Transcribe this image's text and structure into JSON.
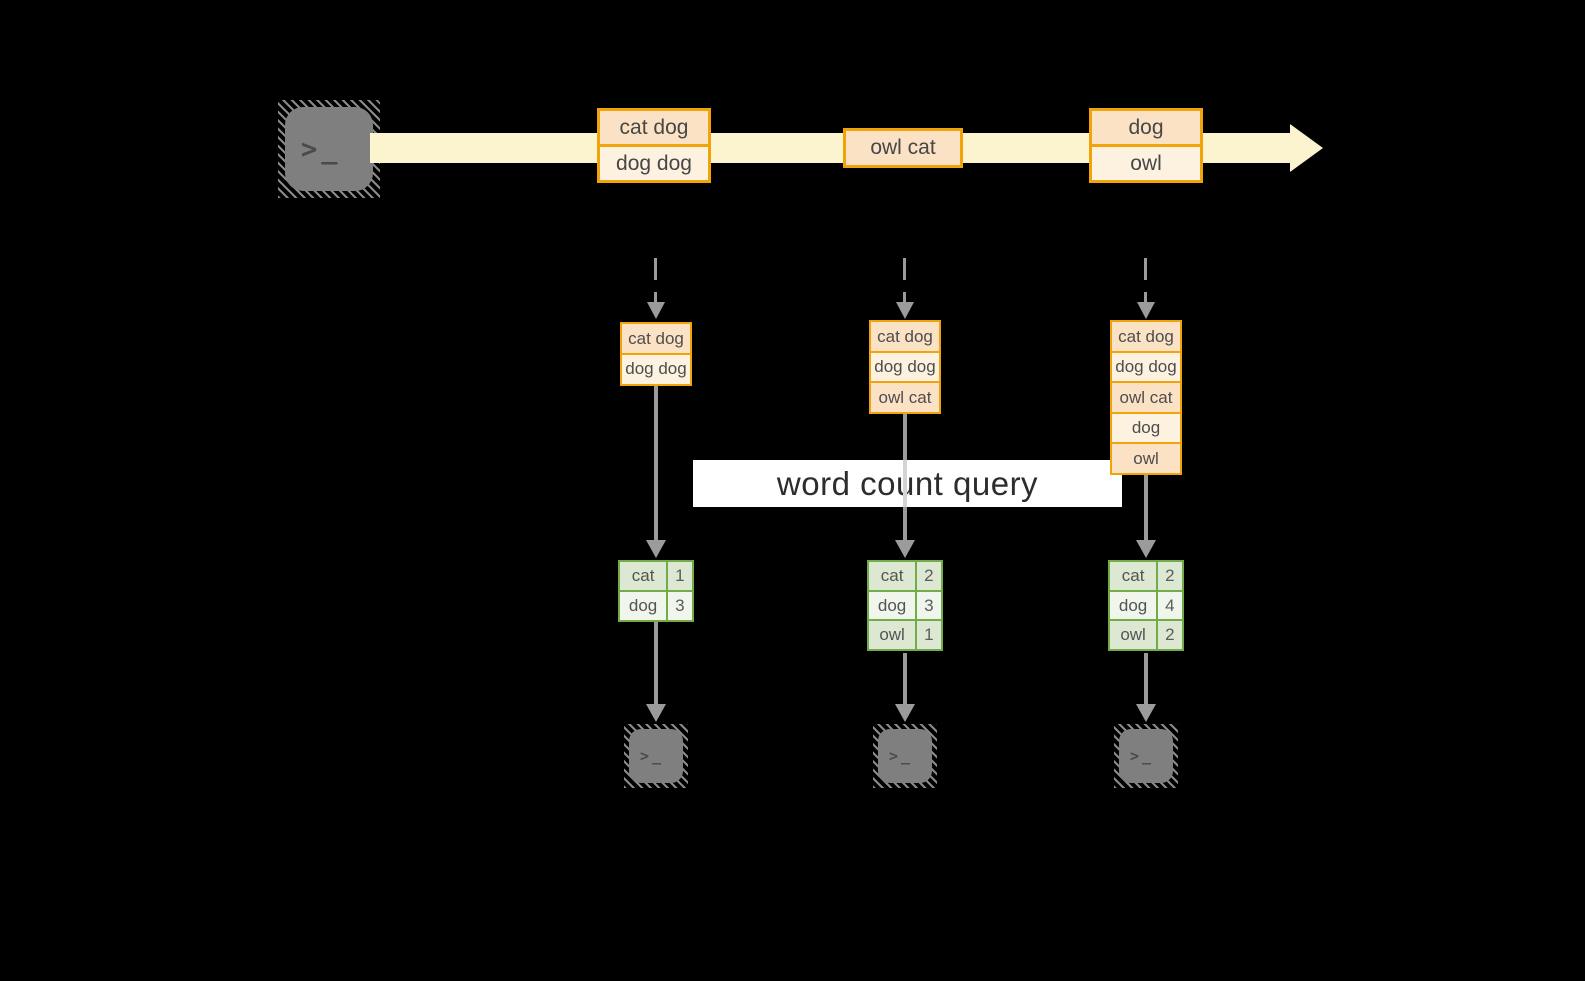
{
  "title": "streaming word count diagram",
  "icons": {
    "prompt": ">",
    "cursor": "_"
  },
  "stream": {
    "records": [
      {
        "lines": [
          "cat dog",
          "dog dog"
        ]
      },
      {
        "lines": [
          "owl cat"
        ]
      },
      {
        "lines": [
          "dog",
          "owl"
        ]
      }
    ]
  },
  "query_label": "word count query",
  "columns": [
    {
      "buffer": [
        "cat dog",
        "dog dog"
      ],
      "counts": [
        {
          "word": "cat",
          "count": "1"
        },
        {
          "word": "dog",
          "count": "3"
        }
      ]
    },
    {
      "buffer": [
        "cat dog",
        "dog dog",
        "owl cat"
      ],
      "counts": [
        {
          "word": "cat",
          "count": "2"
        },
        {
          "word": "dog",
          "count": "3"
        },
        {
          "word": "owl",
          "count": "1"
        }
      ]
    },
    {
      "buffer": [
        "cat dog",
        "dog dog",
        "owl cat",
        "dog",
        "owl"
      ],
      "counts": [
        {
          "word": "cat",
          "count": "2"
        },
        {
          "word": "dog",
          "count": "4"
        },
        {
          "word": "owl",
          "count": "2"
        }
      ]
    }
  ],
  "colors": {
    "orange": "#f1a40a",
    "peach": "#fbe2c4",
    "cream": "#fdf1e0",
    "stream": "#fcf3cf",
    "green": "#72ab48",
    "green-light": "#dce8d2",
    "green-pale": "#f1f6ec",
    "arrow": "#9b9b9b",
    "terminal": "#7f7f7f",
    "terminal-glyph": "#4a4a4a"
  }
}
